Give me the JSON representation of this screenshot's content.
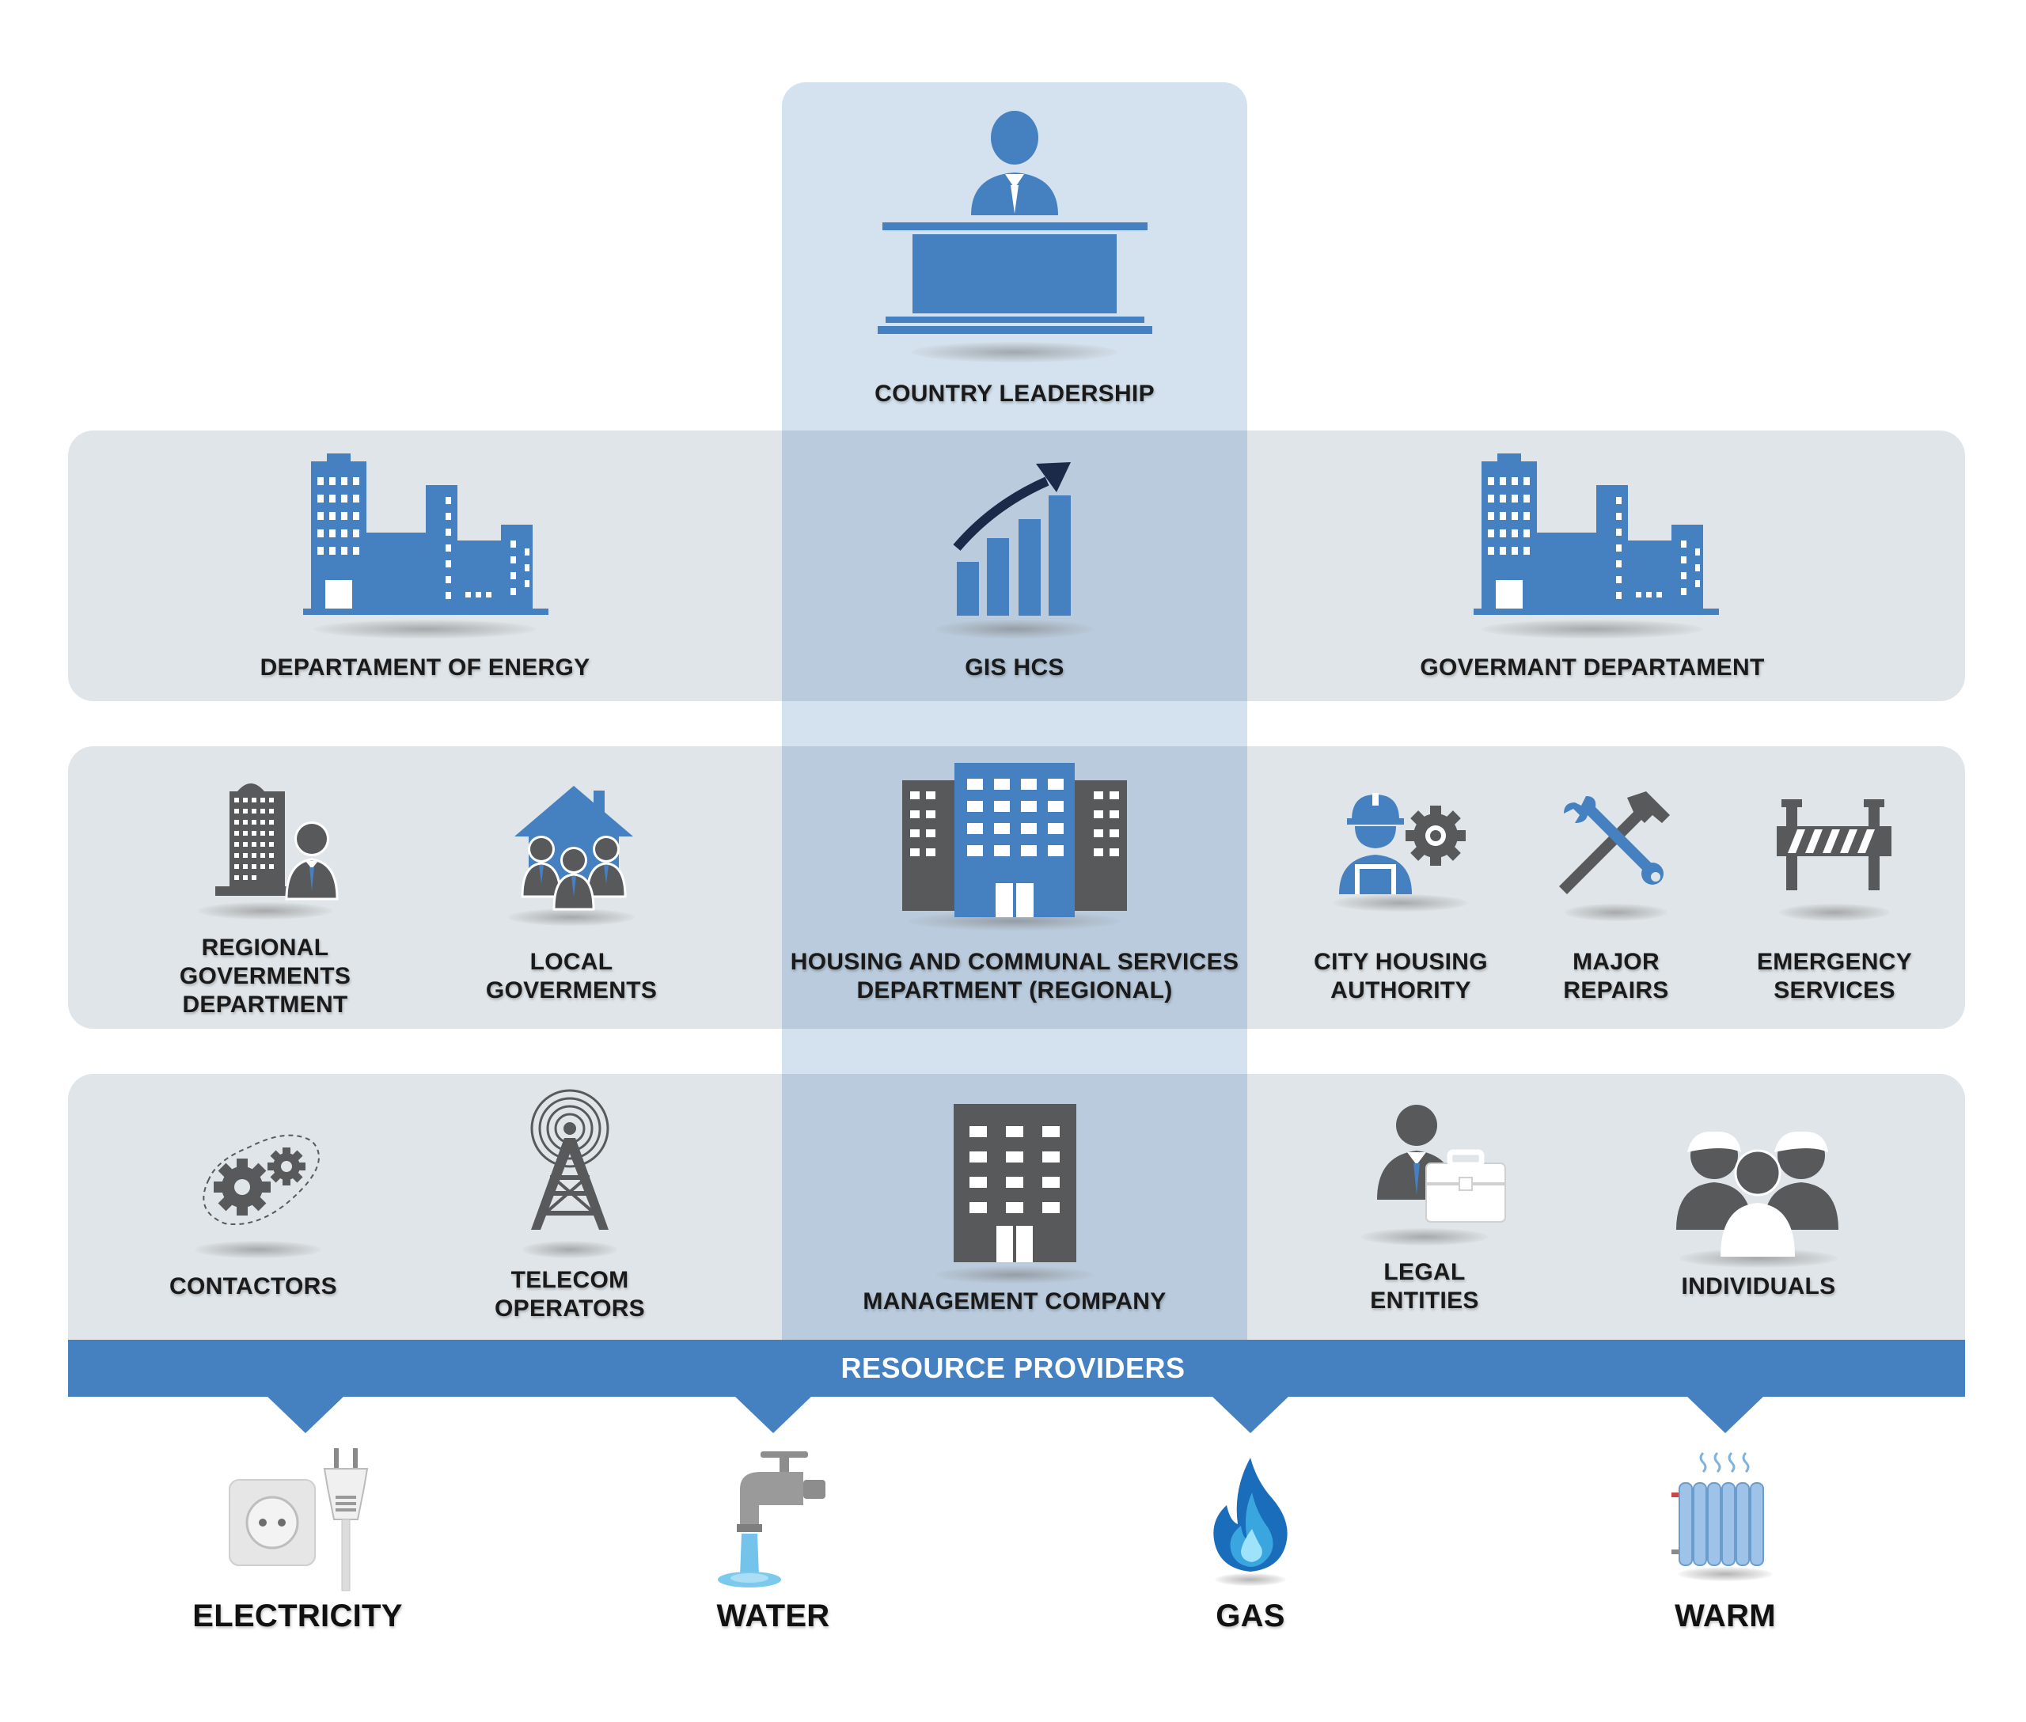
{
  "colors": {
    "accent_blue": "#4580c0",
    "dark_grey": "#58595b",
    "center_column": "#d4e2ef",
    "row_band": "#dfe5e9",
    "row_center": "#b9cbdd",
    "navy": "#1b2a48"
  },
  "leadership": {
    "label": "COUNTRY LEADERSHIP",
    "icon": "speaker-podium-icon"
  },
  "row1": {
    "energy": {
      "label": "DEPARTAMENT OF ENERGY",
      "icon": "building-icon"
    },
    "gis": {
      "label": "GIS HCS",
      "icon": "growth-chart-icon"
    },
    "government": {
      "label": "GOVERMANT DEPARTAMENT",
      "icon": "building-icon"
    }
  },
  "row2": {
    "regional": {
      "line1": "REGIONAL",
      "line2": "GOVERMENTS",
      "line3": "DEPARTMENT",
      "icon": "skyscraper-person-icon"
    },
    "local": {
      "line1": "LOCAL",
      "line2": "GOVERMENTS",
      "icon": "house-people-icon"
    },
    "housing": {
      "line1": "HOUSING AND COMMUNAL SERVICES",
      "line2": "DEPARTMENT (REGIONAL)",
      "icon": "office-building-icon"
    },
    "city": {
      "line1": "CITY HOUSING",
      "line2": "AUTHORITY",
      "icon": "worker-gear-icon"
    },
    "repairs": {
      "line1": "MAJOR",
      "line2": "REPAIRS",
      "icon": "wrench-hammer-icon"
    },
    "emergency": {
      "line1": "EMERGENCY",
      "line2": "SERVICES",
      "icon": "barrier-icon"
    }
  },
  "row3": {
    "contactors": {
      "label": "CONTACTORS",
      "icon": "gears-icon"
    },
    "telecom": {
      "line1": "TELECOM",
      "line2": "OPERATORS",
      "icon": "radio-tower-icon"
    },
    "management": {
      "label": "MANAGEMENT COMPANY",
      "icon": "grey-building-icon"
    },
    "legal": {
      "line1": "LEGAL",
      "line2": "ENTITIES",
      "icon": "businessman-briefcase-icon"
    },
    "individuals": {
      "label": "INDIVIDUALS",
      "icon": "people-group-icon"
    }
  },
  "resource_bar": {
    "label": "RESOURCE PROVIDERS"
  },
  "resources": [
    {
      "label": "ELECTRICITY",
      "icon": "socket-plug-icon"
    },
    {
      "label": "WATER",
      "icon": "water-tap-icon"
    },
    {
      "label": "GAS",
      "icon": "gas-flame-icon"
    },
    {
      "label": "WARM",
      "icon": "radiator-icon"
    }
  ]
}
